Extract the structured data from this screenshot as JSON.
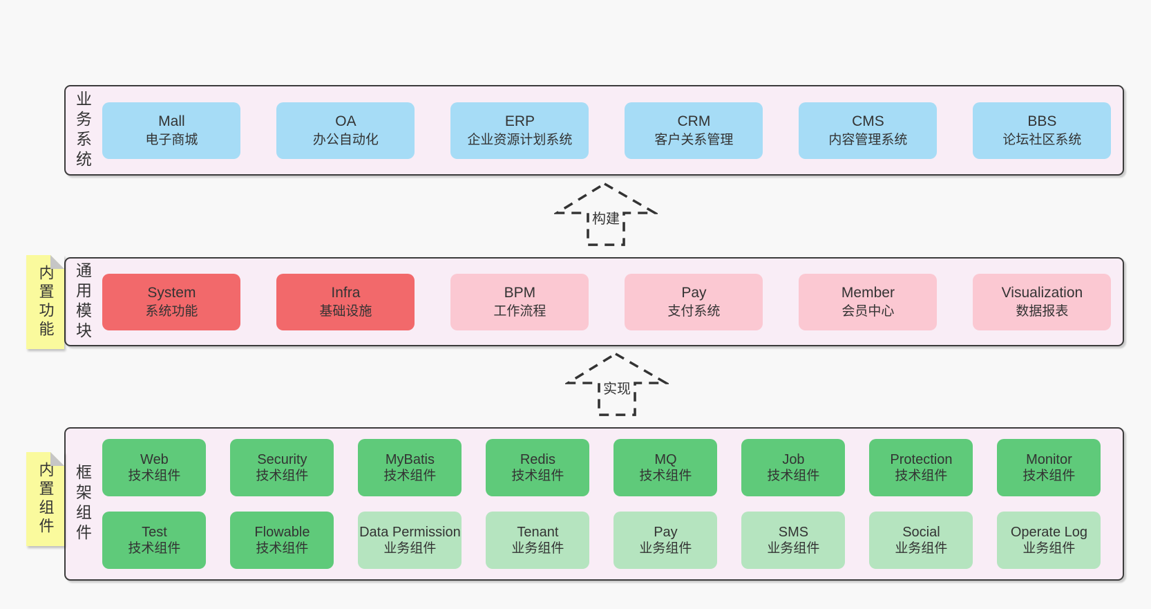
{
  "colors": {
    "page_bg": "#f8f8f8",
    "band_bg": "#f9edf6",
    "band_border": "#3b3b3b",
    "blue": "#a6dcf6",
    "red": "#f2696b",
    "pink": "#fbc8d2",
    "green": "#5fca7a",
    "light_green": "#b5e4bf",
    "note_yellow": "#fafa9d",
    "note_fold": "#c6c6c6",
    "text": "#333333",
    "arrow": "#333333"
  },
  "bands": [
    {
      "label": "业务系统",
      "items": [
        {
          "name": "Mall",
          "desc": "电子商城",
          "variant": "blue"
        },
        {
          "name": "OA",
          "desc": "办公自动化",
          "variant": "blue"
        },
        {
          "name": "ERP",
          "desc": "企业资源计划系统",
          "variant": "blue"
        },
        {
          "name": "CRM",
          "desc": "客户关系管理",
          "variant": "blue"
        },
        {
          "name": "CMS",
          "desc": "内容管理系统",
          "variant": "blue"
        },
        {
          "name": "BBS",
          "desc": "论坛社区系统",
          "variant": "blue"
        }
      ]
    },
    {
      "label": "通用模块",
      "note": "内置功能",
      "items": [
        {
          "name": "System",
          "desc": "系统功能",
          "variant": "red"
        },
        {
          "name": "Infra",
          "desc": "基础设施",
          "variant": "red"
        },
        {
          "name": "BPM",
          "desc": "工作流程",
          "variant": "pink"
        },
        {
          "name": "Pay",
          "desc": "支付系统",
          "variant": "pink"
        },
        {
          "name": "Member",
          "desc": "会员中心",
          "variant": "pink"
        },
        {
          "name": "Visualization",
          "desc": "数据报表",
          "variant": "pink"
        }
      ]
    },
    {
      "label": "框架组件",
      "note": "内置组件",
      "rows": [
        [
          {
            "name": "Web",
            "desc": "技术组件",
            "variant": "green"
          },
          {
            "name": "Security",
            "desc": "技术组件",
            "variant": "green"
          },
          {
            "name": "MyBatis",
            "desc": "技术组件",
            "variant": "green"
          },
          {
            "name": "Redis",
            "desc": "技术组件",
            "variant": "green"
          },
          {
            "name": "MQ",
            "desc": "技术组件",
            "variant": "green"
          },
          {
            "name": "Job",
            "desc": "技术组件",
            "variant": "green"
          },
          {
            "name": "Protection",
            "desc": "技术组件",
            "variant": "green"
          },
          {
            "name": "Monitor",
            "desc": "技术组件",
            "variant": "green"
          }
        ],
        [
          {
            "name": "Test",
            "desc": "技术组件",
            "variant": "green"
          },
          {
            "name": "Flowable",
            "desc": "技术组件",
            "variant": "green"
          },
          {
            "name": "Data Permission",
            "desc": "业务组件",
            "variant": "light_green"
          },
          {
            "name": "Tenant",
            "desc": "业务组件",
            "variant": "light_green"
          },
          {
            "name": "Pay",
            "desc": "业务组件",
            "variant": "light_green"
          },
          {
            "name": "SMS",
            "desc": "业务组件",
            "variant": "light_green"
          },
          {
            "name": "Social",
            "desc": "业务组件",
            "variant": "light_green"
          },
          {
            "name": "Operate Log",
            "desc": "业务组件",
            "variant": "light_green"
          }
        ]
      ]
    }
  ],
  "arrows": [
    {
      "label": "构建"
    },
    {
      "label": "实现"
    }
  ]
}
